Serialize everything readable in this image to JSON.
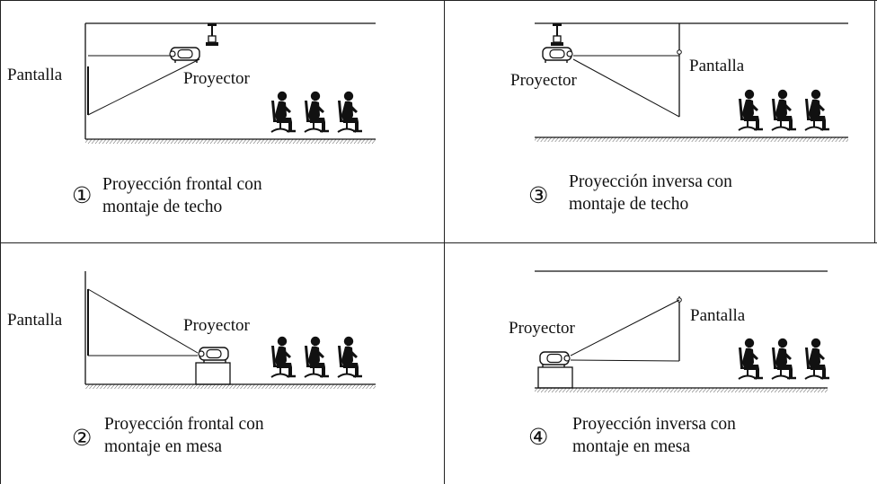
{
  "panels": [
    {
      "id": 1,
      "number": "①",
      "caption_line1": "Proyección frontal con",
      "caption_line2": "montaje de techo",
      "screen_label": "Pantalla",
      "projector_label": "Proyector"
    },
    {
      "id": 2,
      "number": "②",
      "caption_line1": "Proyección frontal con",
      "caption_line2": "montaje en mesa",
      "screen_label": "Pantalla",
      "projector_label": "Proyector"
    },
    {
      "id": 3,
      "number": "③",
      "caption_line1": "Proyección inversa con",
      "caption_line2": "montaje de techo",
      "screen_label": "Pantalla",
      "projector_label": "Proyector"
    },
    {
      "id": 4,
      "number": "④",
      "caption_line1": "Proyección inversa con",
      "caption_line2": "montaje en mesa",
      "screen_label": "Pantalla",
      "projector_label": "Proyector"
    }
  ]
}
